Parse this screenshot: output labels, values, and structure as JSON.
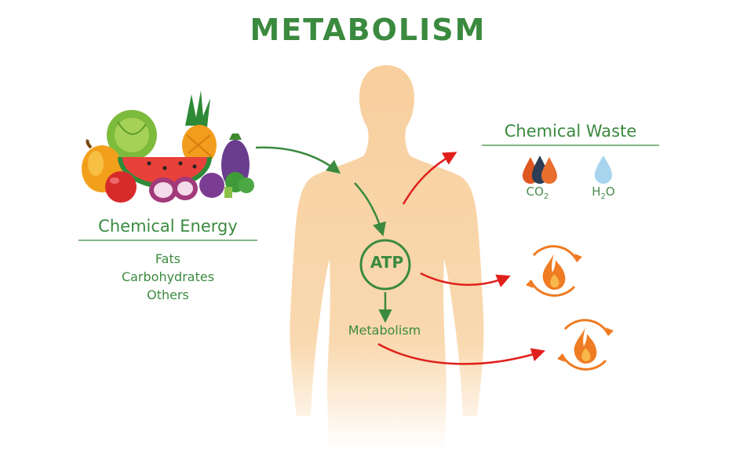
{
  "title": "METABOLISM",
  "chemical_energy": {
    "heading": "Chemical Energy",
    "items": [
      "Fats",
      "Carbohydrates",
      "Others"
    ]
  },
  "chemical_waste": {
    "heading": "Chemical Waste",
    "co2": {
      "main": "CO",
      "sub": "2"
    },
    "h2o": {
      "main": "H",
      "sub": "2",
      "tail": "O"
    }
  },
  "atp_label": "ATP",
  "metabolism_label": "Metabolism",
  "icons": [
    "fruit-vegetable-basket-icon",
    "human-body-silhouette-icon",
    "co2-drops-icon",
    "water-drop-icon",
    "heat-fire-cycle-icon"
  ],
  "colors": {
    "title_green": "#3b8a3f",
    "body": "#f8cf9e",
    "arrow_green": "#3b8a3f",
    "arrow_red": "#e0201b",
    "fire_orange": "#ef7b22",
    "drop_blue": "#a8d4ee"
  }
}
